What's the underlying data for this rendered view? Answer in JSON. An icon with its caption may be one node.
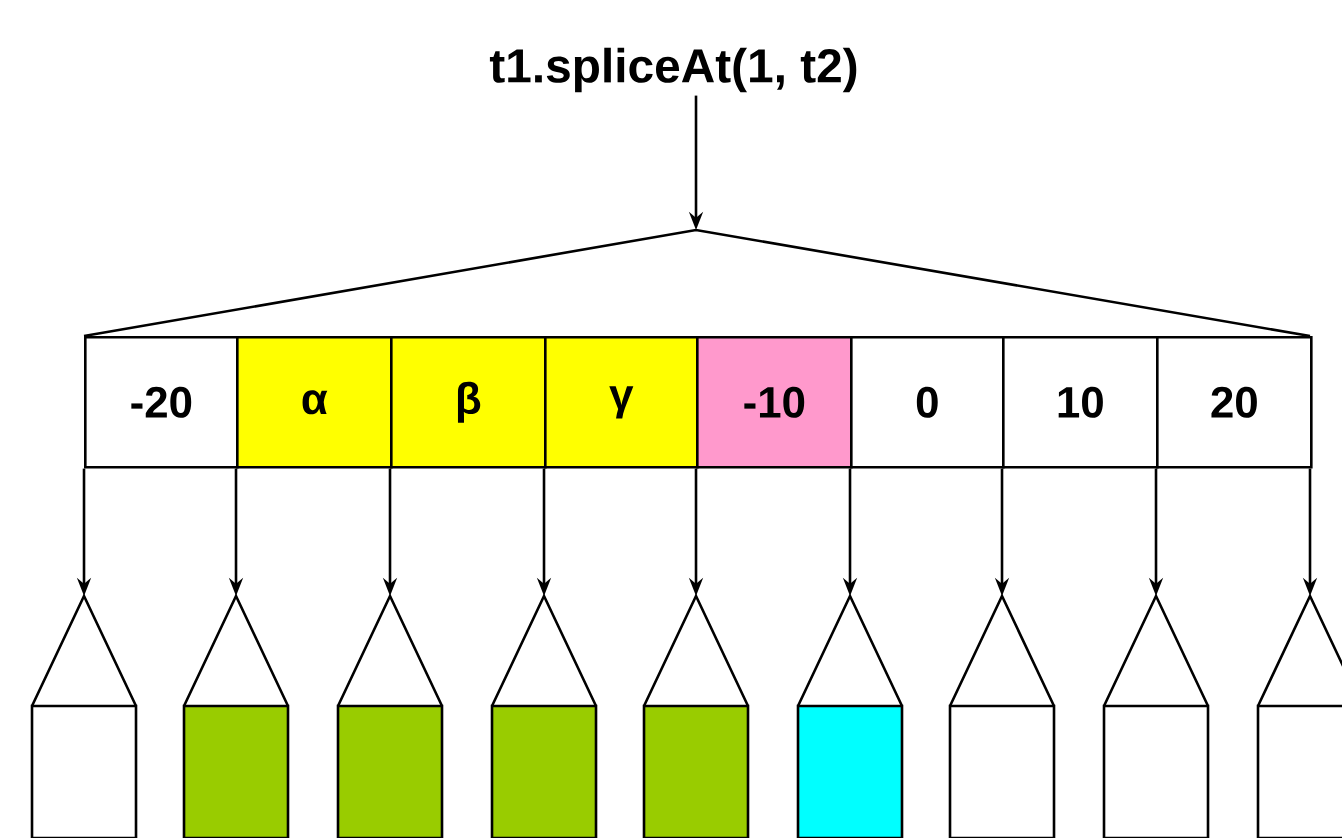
{
  "diagram": {
    "title": "t1.spliceAt(1, t2)",
    "nodes": [
      {
        "text": [],
        "shape": "triangle"
      },
      {
        "text": [
          "-20"
        ]
      },
      {
        "text": [
          "α"
        ]
      },
      {
        "text": [
          "β"
        ]
      },
      {
        "text": [
          "γ"
        ]
      },
      {
        "text": [
          "-10"
        ]
      },
      {
        "text": [
          "0"
        ]
      },
      {
        "text": [
          "10"
        ]
      },
      {
        "text": [
          "20"
        ]
      },
      {
        "text": [],
        "shape": "box"
      },
      {
        "text": [],
        "shape": "box"
      },
      {
        "text": [],
        "shape": "box"
      },
      {
        "text": [],
        "shape": "box"
      },
      {
        "text": [],
        "shape": "box"
      },
      {
        "text": [],
        "shape": "box"
      },
      {
        "text": [],
        "shape": "box"
      },
      {
        "text": [],
        "shape": "box"
      },
      {
        "text": [],
        "shape": "box"
      }
    ],
    "edges": [
      {
        "from": null,
        "to": 0,
        "arrow": "to"
      },
      {
        "from": 1,
        "to": 9,
        "arrow": "to"
      },
      {
        "from": 2,
        "to": 10,
        "arrow": "to"
      },
      {
        "from": 3,
        "to": 11,
        "arrow": "to"
      },
      {
        "from": 4,
        "to": 12,
        "arrow": "to"
      },
      {
        "from": 5,
        "to": 13,
        "arrow": "to"
      },
      {
        "from": 6,
        "to": 14,
        "arrow": "to"
      },
      {
        "from": 7,
        "to": 15,
        "arrow": "to"
      },
      {
        "from": 8,
        "to": 16,
        "arrow": "to"
      },
      {
        "from": 8,
        "to": 17,
        "arrow": "to"
      }
    ]
  }
}
